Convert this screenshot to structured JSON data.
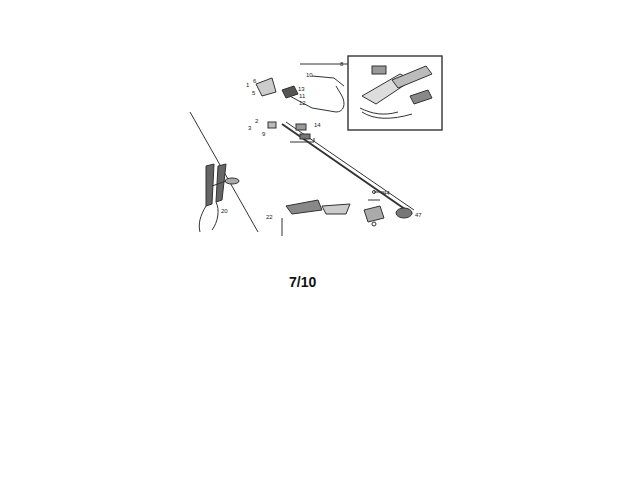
{
  "diagram": {
    "labels": [
      "7/10",
      "8",
      "10",
      "6",
      "5",
      "3",
      "9",
      "1",
      "11",
      "13",
      "12",
      "14",
      "2",
      "20",
      "22",
      "44",
      "47"
    ]
  }
}
